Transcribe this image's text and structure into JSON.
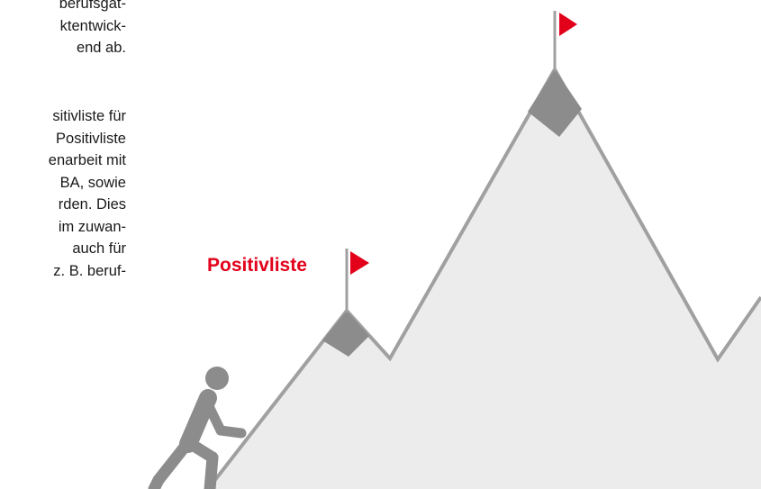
{
  "text_column": {
    "paragraph_1": [
      "berufsgat-",
      "ktentwick-",
      "end ab."
    ],
    "paragraph_2": [
      "sitivliste für",
      "Positivliste",
      "enarbeit mit",
      "BA, sowie",
      "rden. Dies",
      "im zuwan-",
      "auch für",
      "z. B. beruf-"
    ]
  },
  "illustration": {
    "label": "Positivliste",
    "colors": {
      "accent": "#e2001a",
      "mountain_fill": "#ececec",
      "mountain_outline": "#a0a0a0",
      "snowcap": "#8c8c8c",
      "climber": "#8c8c8c",
      "flagpole": "#a0a0a0"
    },
    "icons": [
      "climber-icon",
      "flag-icon"
    ]
  }
}
